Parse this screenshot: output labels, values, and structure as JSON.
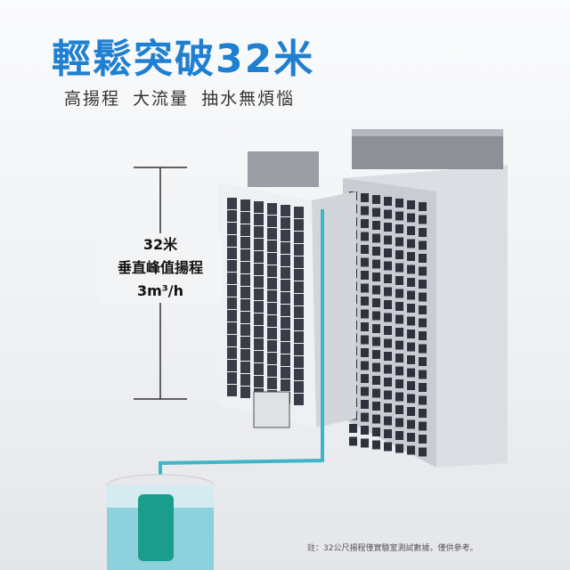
{
  "title": "輕鬆突破32米",
  "subtitle": "高揚程 大流量 抽水無煩惱",
  "spec": {
    "height": "32米",
    "label": "垂直峰值揚程",
    "flow": "3m³/h"
  },
  "note": "註：32公尺揚程僅實驗室測試數據，僅供參考。",
  "colors": {
    "title": "#1f7fd0",
    "pipe": "#3fb6c8"
  }
}
